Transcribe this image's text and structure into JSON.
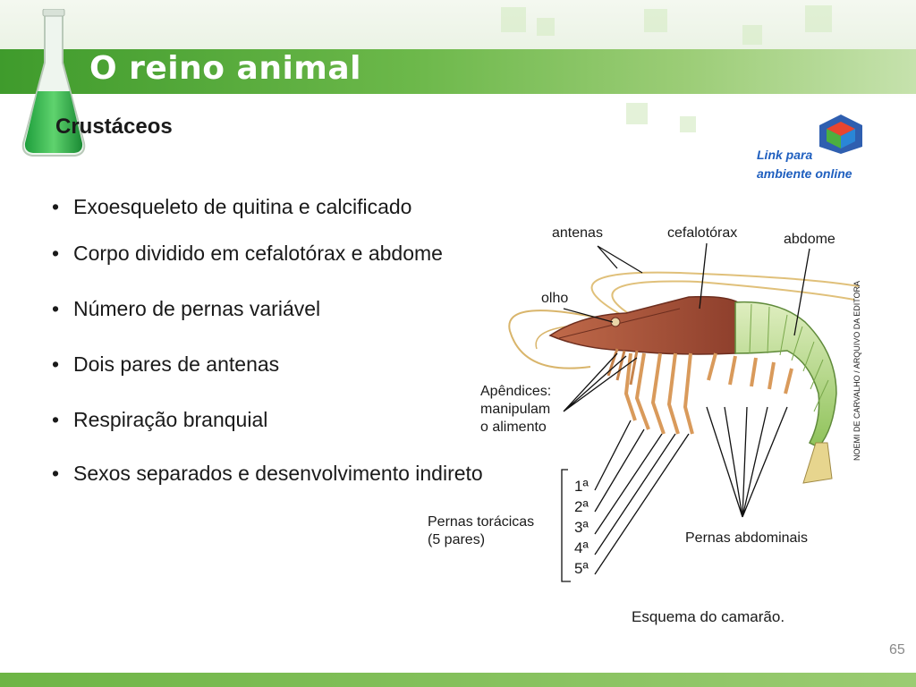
{
  "header": {
    "title": "O reino animal",
    "subtitle": "Crustáceos"
  },
  "link": {
    "line1": "Link para",
    "line2": "ambiente online",
    "icon": "cube-icon"
  },
  "bullets": [
    "Exoesqueleto de quitina e calcificado",
    "Corpo dividido em cefalotórax e abdome",
    "Número de pernas variável",
    "Dois pares de antenas",
    "Respiração branquial",
    "Sexos separados e desenvolvimento indireto"
  ],
  "diagram": {
    "labels": {
      "antenas": "antenas",
      "cefalotorax": "cefalotórax",
      "abdome": "abdome",
      "olho": "olho",
      "apendices_1": "Apêndices:",
      "apendices_2": "manipulam",
      "apendices_3": "o alimento",
      "toracicas_1": "Pernas torácicas",
      "toracicas_2": "(5 pares)",
      "abdominais": "Pernas abdominais"
    },
    "ordinals": [
      "1ª",
      "2ª",
      "3ª",
      "4ª",
      "5ª"
    ],
    "credit": "NOEMI DE CARVALHO / ARQUIVO DA EDITORA",
    "caption": "Esquema do camarão."
  },
  "page": {
    "number": "65"
  },
  "colors": {
    "title_bar": "#4fa637",
    "link_text": "#1f5fbf",
    "shrimp_head": "#a5533c",
    "shrimp_abdomen": "#b7d98a"
  }
}
